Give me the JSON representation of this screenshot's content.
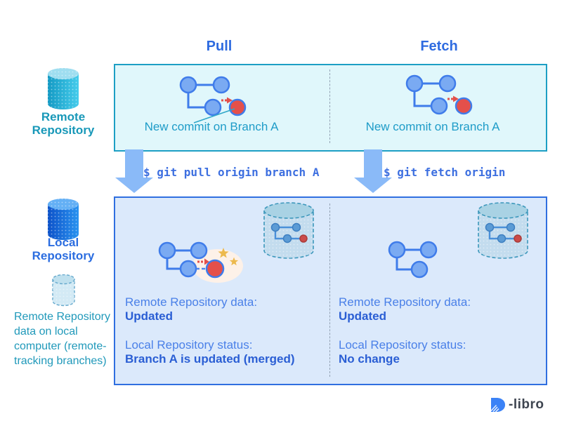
{
  "columns": {
    "pull": {
      "header": "Pull",
      "command": "$ git pull origin branch A",
      "caption": "New commit on Branch A"
    },
    "fetch": {
      "header": "Fetch",
      "command": "$ git fetch origin",
      "caption": "New commit on Branch A"
    }
  },
  "sidebar": {
    "remote_repository": {
      "line1": "Remote",
      "line2": "Repository"
    },
    "local_repository": {
      "line1": "Local",
      "line2": "Repository"
    },
    "tracking_note": "Remote Repository data on local computer (remote-tracking branches)"
  },
  "results": {
    "pull": {
      "remote_data_label": "Remote Repository data:",
      "remote_data_value": "Updated",
      "local_status_label": "Local Repository status:",
      "local_status_value": "Branch A is updated (merged)"
    },
    "fetch": {
      "remote_data_label": "Remote Repository data:",
      "remote_data_value": "Updated",
      "local_status_label": "Local Repository status:",
      "local_status_value": "No change"
    }
  },
  "logo": {
    "text": "-libro"
  },
  "colors": {
    "teal_text": "#2099ba",
    "header_blue": "#2e6be0",
    "status_text": "#4a80e8",
    "status_value": "#2a5ed4",
    "command_text": "#3d6fe0",
    "panel_top_bg": "#e0f7fb",
    "panel_top_border": "#1d9fc4",
    "panel_bottom_bg": "#dbe9fb",
    "panel_bottom_border": "#2f6fe0",
    "arrow_fill": "#8abaf8",
    "node_blue": "#7aaaf2",
    "node_stroke": "#3f7cea",
    "node_red": "#e4504b",
    "star_gold": "#ecb94d",
    "highlight_ellipse": "#fdf1e8",
    "logo_blue": "#3b82f6",
    "logo_text": "#3e4550"
  }
}
